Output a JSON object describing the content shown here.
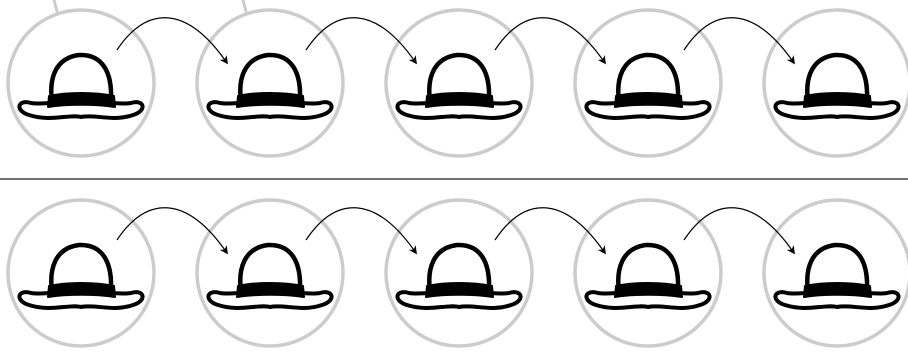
{
  "diagram": {
    "colors": {
      "circle_stroke": "#cccccc",
      "hat_ink": "#000000",
      "divider": "#444444",
      "background": "#ffffff"
    },
    "rows": [
      {
        "name": "top-row",
        "hat_count": 5,
        "arrow_count": 4,
        "hanging_strings": 2
      },
      {
        "name": "bottom-row",
        "hat_count": 5,
        "arrow_count": 4,
        "hanging_strings": 0
      }
    ],
    "icon": "bowler-hat-icon"
  }
}
